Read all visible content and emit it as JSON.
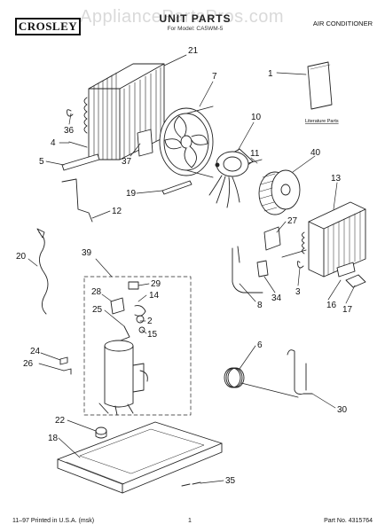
{
  "header": {
    "brand": "CROSLEY",
    "title": "UNIT PARTS",
    "subtitle": "For Model: CA5WM-5",
    "product": "AIR CONDITIONER",
    "watermark": "AppliancePartsPros.com"
  },
  "callouts": [
    {
      "id": "21",
      "text": "21"
    },
    {
      "id": "7",
      "text": "7"
    },
    {
      "id": "1",
      "text": "1"
    },
    {
      "id": "36",
      "text": "36"
    },
    {
      "id": "10",
      "text": "10"
    },
    {
      "id": "4",
      "text": "4"
    },
    {
      "id": "11",
      "text": "11"
    },
    {
      "id": "40",
      "text": "40"
    },
    {
      "id": "5",
      "text": "5"
    },
    {
      "id": "37",
      "text": "37"
    },
    {
      "id": "13",
      "text": "13"
    },
    {
      "id": "19",
      "text": "19"
    },
    {
      "id": "12",
      "text": "12"
    },
    {
      "id": "27",
      "text": "27"
    },
    {
      "id": "20",
      "text": "20"
    },
    {
      "id": "39",
      "text": "39"
    },
    {
      "id": "29",
      "text": "29"
    },
    {
      "id": "28",
      "text": "28"
    },
    {
      "id": "14",
      "text": "14"
    },
    {
      "id": "34",
      "text": "34"
    },
    {
      "id": "3",
      "text": "3"
    },
    {
      "id": "16",
      "text": "16"
    },
    {
      "id": "17",
      "text": "17"
    },
    {
      "id": "25",
      "text": "25"
    },
    {
      "id": "2",
      "text": "2"
    },
    {
      "id": "8",
      "text": "8"
    },
    {
      "id": "15",
      "text": "15"
    },
    {
      "id": "6",
      "text": "6"
    },
    {
      "id": "24",
      "text": "24"
    },
    {
      "id": "26",
      "text": "26"
    },
    {
      "id": "30",
      "text": "30"
    },
    {
      "id": "22",
      "text": "22"
    },
    {
      "id": "18",
      "text": "18"
    },
    {
      "id": "35",
      "text": "35"
    }
  ],
  "literature_label": "Literature Parts",
  "footer": {
    "left": "11–97 Printed in U.S.A. (msk)",
    "page": "1",
    "part_no": "Part No. 4315764"
  }
}
